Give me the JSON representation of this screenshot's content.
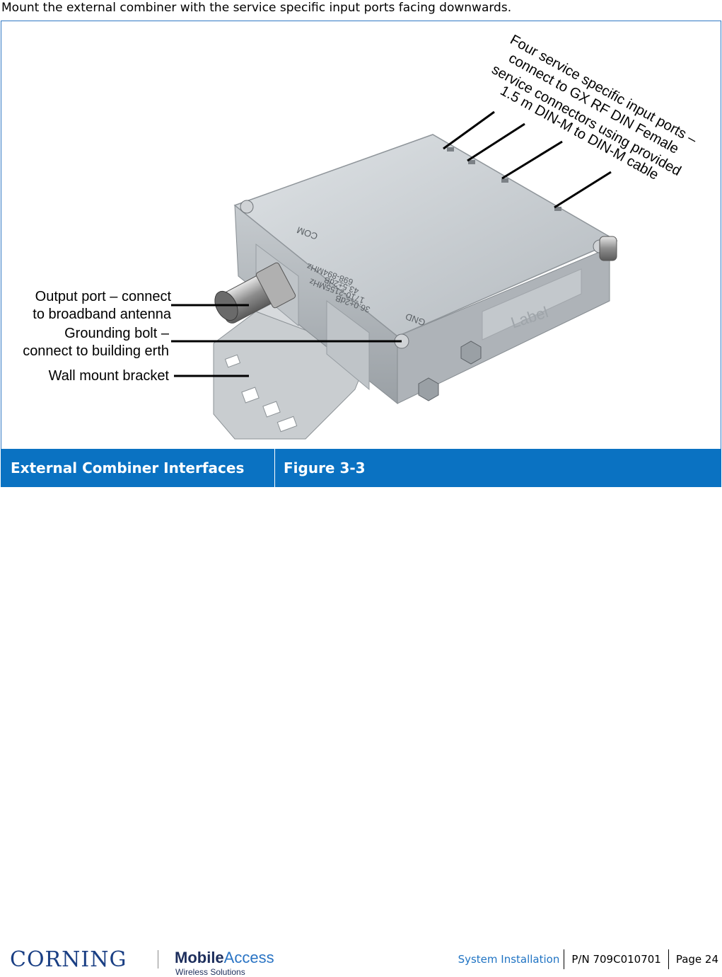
{
  "intro_text": "Mount the external combiner with the service specific input ports facing downwards.",
  "figure": {
    "callouts": {
      "input_ports": [
        "Four service specific input ports –",
        "connect to GX RF DIN Female",
        "service connectors using provided",
        "1.5 m DIN-M to DIN-M cable"
      ],
      "output_port": [
        "Output port – connect",
        "to broadband antenna"
      ],
      "grounding_bolt": [
        "Grounding bolt –",
        "connect to building erth"
      ],
      "wall_bracket": "Wall mount bracket"
    },
    "device_labels": {
      "com": "COM",
      "bands": [
        "698-894MHz",
        "43.5±2dB",
        "1710-2155MHz",
        "36.0±2dB"
      ],
      "gnd": "GND",
      "label": "Label"
    }
  },
  "caption": {
    "title": "External Combiner Interfaces",
    "figure_number": "Figure 3-3"
  },
  "footer": {
    "brand": "CORNING",
    "brand2_main": "Mobile",
    "brand2_accent": "Access",
    "brand2_tagline": "Wireless Solutions",
    "section": "System Installation",
    "part_number": "P/N 709C010701",
    "page": "Page 24"
  },
  "colors": {
    "caption_bg": "#0a72c2",
    "frame_border": "#2f78c3",
    "section_text": "#1f73c3",
    "device_body": "#b9bec3"
  }
}
